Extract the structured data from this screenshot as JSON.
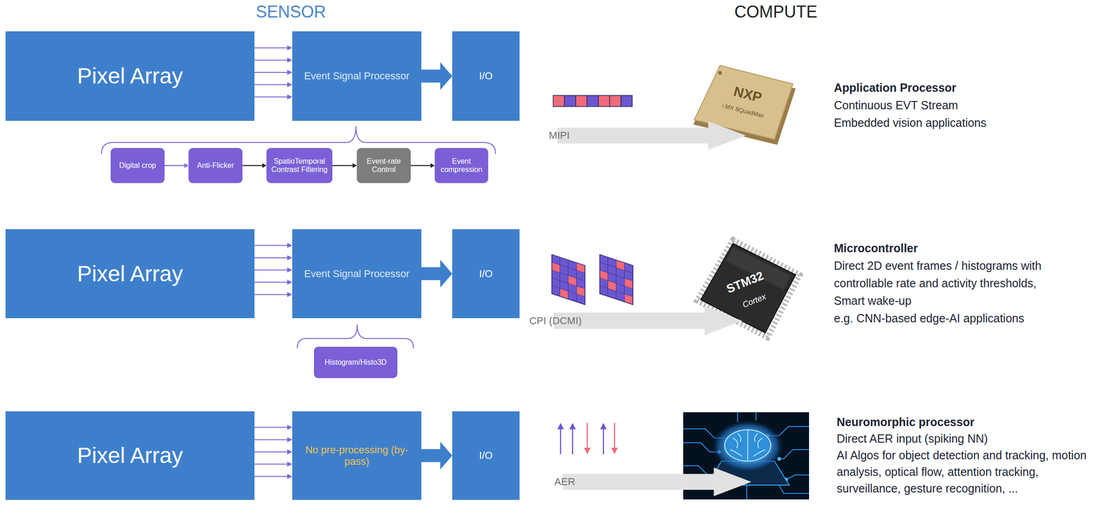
{
  "diagram": {
    "nodes": [
      {
        "text": [
          "Pixel Array"
        ]
      },
      {
        "text": [
          "Event Signal Processor"
        ]
      },
      {
        "text": [
          "I/O"
        ]
      },
      {
        "text": [
          "Digital crop"
        ]
      },
      {
        "text": [
          "Anti-Flicker"
        ]
      },
      {
        "text": [
          "SpatioTemporal Contrast Filtering"
        ]
      },
      {
        "text": [
          "Event-rate Control"
        ]
      },
      {
        "text": [
          "Event compression"
        ]
      },
      {
        "text": [
          "MIPI"
        ]
      },
      {
        "text": [
          "Pixel Array"
        ]
      },
      {
        "text": [
          "Event Signal Processor"
        ]
      },
      {
        "text": [
          "I/O"
        ]
      },
      {
        "text": [
          "Histogram/Histo3D"
        ]
      },
      {
        "text": [
          "CPI (DCMI)"
        ]
      },
      {
        "text": [
          "Pixel Array"
        ]
      },
      {
        "text": [
          "No pre-processing (by-pass)"
        ]
      },
      {
        "text": [
          "I/O"
        ]
      },
      {
        "text": [
          "AER"
        ]
      }
    ],
    "edges": [
      {
        "from": 0,
        "to": 1,
        "arrow": "to"
      },
      {
        "from": 0,
        "to": 1,
        "arrow": "to"
      },
      {
        "from": 0,
        "to": 1,
        "arrow": "to"
      },
      {
        "from": 0,
        "to": 1,
        "arrow": "to"
      },
      {
        "from": 0,
        "to": 1,
        "arrow": "to"
      },
      {
        "from": 1,
        "to": 2,
        "arrow": "to"
      },
      {
        "from": 3,
        "to": 4,
        "arrow": "to"
      },
      {
        "from": 4,
        "to": 5,
        "arrow": "to"
      },
      {
        "from": 5,
        "to": 6,
        "arrow": "to"
      },
      {
        "from": 6,
        "to": 7,
        "arrow": "to"
      },
      {
        "from": 9,
        "to": 10,
        "arrow": "to"
      },
      {
        "from": 9,
        "to": 10,
        "arrow": "to"
      },
      {
        "from": 9,
        "to": 10,
        "arrow": "to"
      },
      {
        "from": 9,
        "to": 10,
        "arrow": "to"
      },
      {
        "from": 9,
        "to": 10,
        "arrow": "to"
      },
      {
        "from": 10,
        "to": 11,
        "arrow": "to"
      },
      {
        "from": 14,
        "to": 15,
        "arrow": "to"
      },
      {
        "from": 14,
        "to": 15,
        "arrow": "to"
      },
      {
        "from": 14,
        "to": 15,
        "arrow": "to"
      },
      {
        "from": 14,
        "to": 15,
        "arrow": "to"
      },
      {
        "from": 14,
        "to": 15,
        "arrow": "to"
      },
      {
        "from": 15,
        "to": 16,
        "arrow": "to"
      }
    ],
    "labels": [
      "SENSOR",
      "COMPUTE",
      "Application Processor",
      "Continuous EVT Stream",
      "Embedded vision applications",
      "Microcontroller",
      "Direct 2D event frames / histograms with controllable rate and activity thresholds,",
      "Smart wake-up",
      "e.g. CNN-based edge-AI applications",
      "Neuromorphic processor",
      "Direct AER input (spiking NN)",
      "AI Algos for object detection and tracking, motion analysis, optical flow, attention tracking, surveillance, gesture recognition, ...",
      "NXP",
      "i.MX 8QuadMax",
      "STM32",
      "Cortex"
    ]
  }
}
